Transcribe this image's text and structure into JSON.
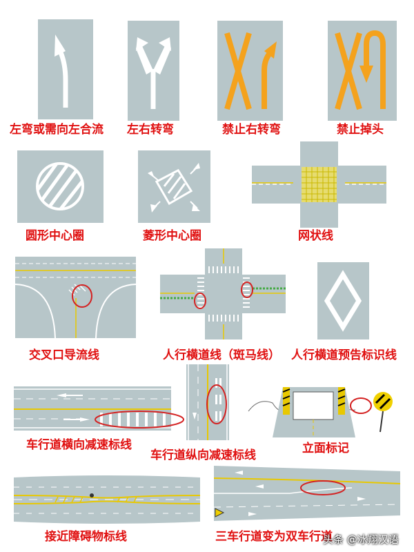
{
  "captions": {
    "c1": "左弯或需向左合流",
    "c2": "左右转弯",
    "c3": "禁止右转弯",
    "c4": "禁止掉头",
    "c5": "圆形中心圈",
    "c6": "菱形中心圈",
    "c7": "网状线",
    "c8": "交叉口导流线",
    "c9": "人行横道线（斑马线）",
    "c10": "人行横道预告标识线",
    "c11": "车行道横向减速标线",
    "c12": "车行道纵向减速标线",
    "c13": "立面标记",
    "c14": "接近障碍物标线",
    "c15": "三车行道变为双车行道"
  },
  "watermark": "头条 @冰翔汉语",
  "colors": {
    "caption": "#e01010",
    "road": "#b7c6c9",
    "prohibit": "#f4a21d",
    "highlight": "#d42020",
    "yellow_line": "#e8c800"
  }
}
